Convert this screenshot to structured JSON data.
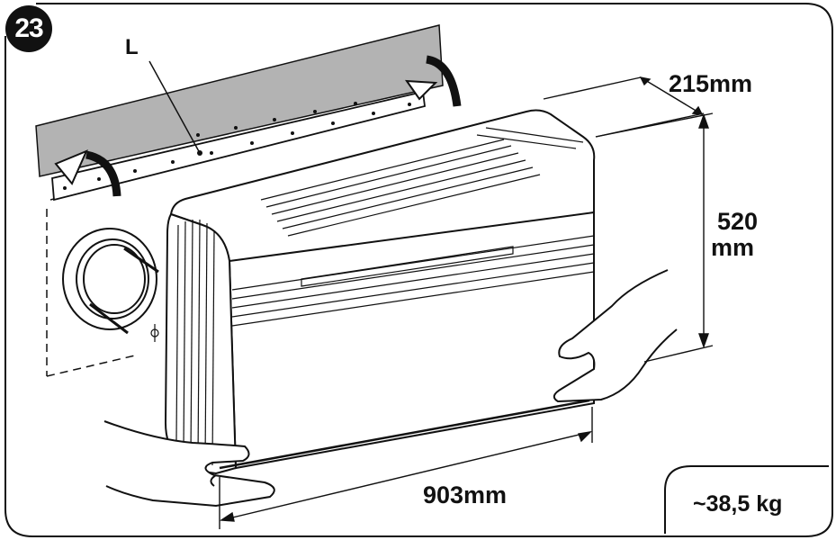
{
  "step": {
    "number": "23"
  },
  "labels": {
    "bracket_label": "L",
    "depth": "215mm",
    "height_value": "520",
    "height_unit": "mm",
    "width": "903mm",
    "weight": "~38,5 kg"
  },
  "colors": {
    "line": "#111111",
    "wall_bracket_fill": "#b3b3b3",
    "background": "#ffffff"
  }
}
